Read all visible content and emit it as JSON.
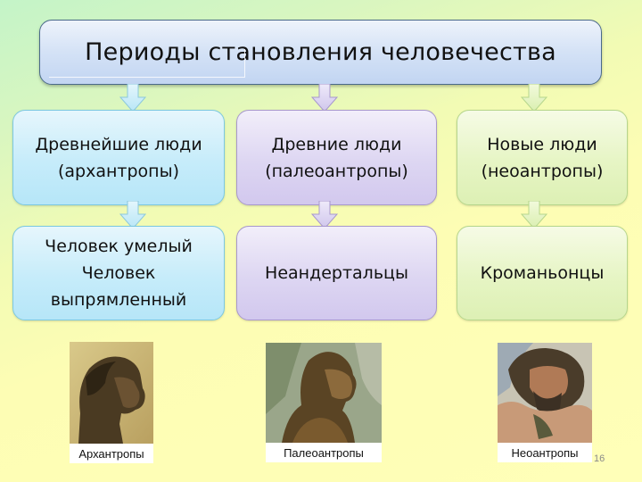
{
  "title": "Периоды становления человечества",
  "columns": [
    {
      "period": [
        "Древнейшие люди",
        "(архантропы)"
      ],
      "species": [
        "Человек умелый",
        "Человек",
        "выпрямленный"
      ],
      "photo_caption": "Архантропы",
      "color": "#c6ecfa",
      "border": "#7cc8e0"
    },
    {
      "period": [
        "Древние люди",
        "(палеоантропы)"
      ],
      "species": [
        "Неандертальцы"
      ],
      "photo_caption": "Палеоантропы",
      "color": "#ddd6f2",
      "border": "#a898cc"
    },
    {
      "period": [
        "Новые люди",
        "(неоантропы)"
      ],
      "species": [
        "Кроманьонцы"
      ],
      "photo_caption": "Неоантропы",
      "color": "#e6f5c4",
      "border": "#b6d68c"
    }
  ],
  "page_number": "16",
  "icons": {
    "arrow": "down-arrow-icon"
  }
}
